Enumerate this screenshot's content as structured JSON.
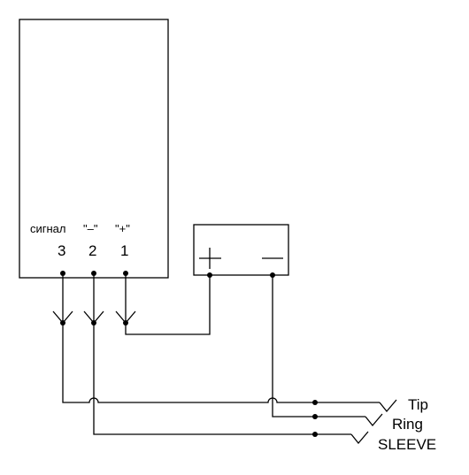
{
  "device": {
    "pin_labels": [
      "сигнал",
      "\"–\"",
      "\"+\""
    ],
    "pin_numbers": [
      "3",
      "2",
      "1"
    ]
  },
  "battery": {
    "plus_symbol": "+",
    "minus_symbol": "—"
  },
  "jack": {
    "tip": "Tip",
    "ring": "Ring",
    "sleeve": "SLEEVE"
  }
}
